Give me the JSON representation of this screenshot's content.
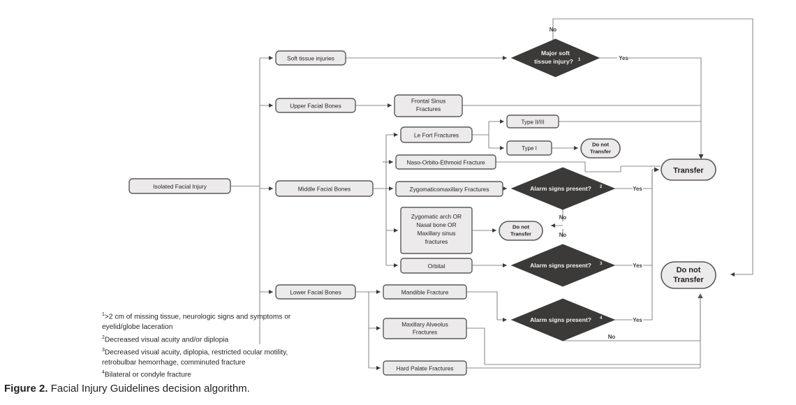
{
  "figure": {
    "number_label": "Figure 2.",
    "caption": "Facial Injury Guidelines decision algorithm."
  },
  "nodes": {
    "root": "Isolated Facial Injury",
    "branch_soft": "Soft tissue injuries",
    "branch_upper": "Upper Facial Bones",
    "branch_middle": "Middle Facial Bones",
    "branch_lower": "Lower Facial Bones",
    "frontal_sinus": "Frontal Sinus Fractures",
    "frontal_sinus_l1": "Frontal Sinus",
    "frontal_sinus_l2": "Fractures",
    "le_fort": "Le Fort Fractures",
    "type_23": "Type II/III",
    "type_1": "Type I",
    "naso": "Naso-Orbito-Ethmoid Fracture",
    "zygomaxillary": "Zygomaticomaxillary Fractures",
    "zyg_arch_l1": "Zygomatic arch OR",
    "zyg_arch_l2": "Nasal bone OR",
    "zyg_arch_l3": "Maxillary sinus",
    "zyg_arch_l4": "fractures",
    "orbital": "Orbital",
    "mandible": "Mandible Fracture",
    "maxillary_alveolus_l1": "Maxillary Alveolus",
    "maxillary_alveolus_l2": "Fractures",
    "hard_palate": "Hard Palate Fractures"
  },
  "decisions": {
    "d1_l1": "Major soft",
    "d1_l2": "tissue injury?",
    "d1_sup": "1",
    "d2_text": "Alarm signs present?",
    "d2_sup": "2",
    "d3_text": "Alarm signs present?",
    "d3_sup": "3",
    "d4_text": "Alarm signs present?",
    "d4_sup": "4"
  },
  "terminals": {
    "transfer": "Transfer",
    "do_not_transfer_l1": "Do not",
    "do_not_transfer_l2": "Transfer",
    "dnt_typei_l1": "Do not",
    "dnt_typei_l2": "Transfer",
    "dnt_mid_l1": "Do not",
    "dnt_mid_l2": "Transfer"
  },
  "edge_labels": {
    "d1_no": "No",
    "d1_yes": "Yes",
    "d2_yes": "Yes",
    "d2_no": "No",
    "d3_yes": "Yes",
    "d3_no": "No",
    "d4_yes": "Yes",
    "d4_no": "No"
  },
  "footnotes": {
    "f1_sup": "1",
    "f1_line1": ">2 cm of missing tissue, neurologic signs and symptoms or",
    "f1_line2": "eyelid/globe laceration",
    "f2_sup": "2",
    "f2_line1": "Decreased visual acuity and/or diplopia",
    "f3_sup": "3",
    "f3_line1": "Decreased visual acuity, diplopia, restricted ocular motility,",
    "f3_line2": "retrobulbar hemorrhage, comminuted fracture",
    "f4_sup": "4",
    "f4_line1": "Bilateral or condyle fracture"
  },
  "colors": {
    "decision_fill": "#3b3a38",
    "node_fill": "#eceaea",
    "node_stroke": "#58595b",
    "connector": "#8b8b8b",
    "text": "#231f20"
  },
  "chart_data": {
    "type": "flowchart",
    "title": "Facial Injury Guidelines decision algorithm",
    "orientation": "left-to-right",
    "node_count": 22,
    "decision_count": 4,
    "terminal_count": 5
  }
}
